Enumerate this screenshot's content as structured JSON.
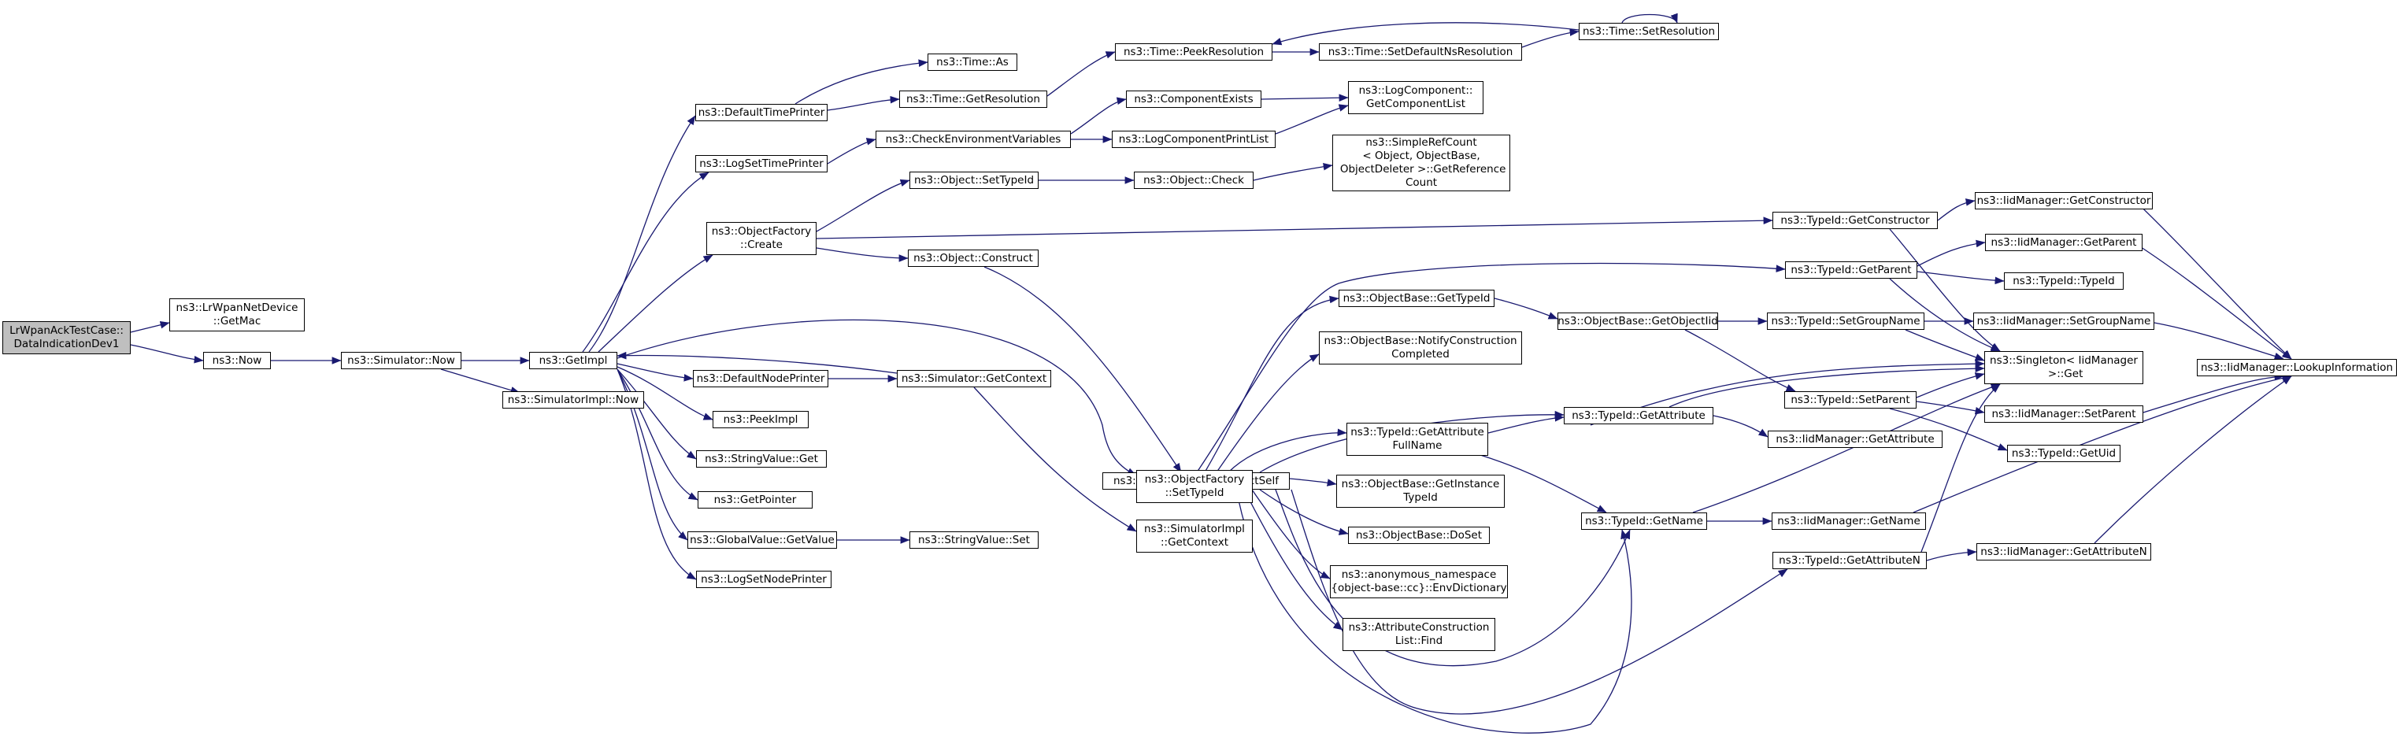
{
  "nodes": {
    "root": "LrWpanAckTestCase::\nDataIndicationDev1",
    "getmac": "ns3::LrWpanNetDevice\n::GetMac",
    "now": "ns3::Now",
    "simnow": "ns3::Simulator::Now",
    "simimplnow": "ns3::SimulatorImpl::Now",
    "getimpl": "ns3::GetImpl",
    "deftimeprinter": "ns3::DefaultTimePrinter",
    "logsettimeprinter": "ns3::LogSetTimePrinter",
    "ofcreate": "ns3::ObjectFactory\n::Create",
    "defnodeprinter": "ns3::DefaultNodePrinter",
    "peekimpl": "ns3::PeekImpl",
    "stringvalueget": "ns3::StringValue::Get",
    "getpointer": "ns3::GetPointer",
    "globalvalueget": "ns3::GlobalValue::GetValue",
    "logsetnodeprinter": "ns3::LogSetNodePrinter",
    "timeas": "ns3::Time::As",
    "timegetres": "ns3::Time::GetResolution",
    "checkenv": "ns3::CheckEnvironmentVariables",
    "objsettypeid": "ns3::Object::SetTypeId",
    "objconstruct": "ns3::Object::Construct",
    "simgetcontext": "ns3::Simulator::GetContext",
    "stringvalueset": "ns3::StringValue::Set",
    "timepeekres": "ns3::Time::PeekResolution",
    "compexists": "ns3::ComponentExists",
    "logcompprintlist": "ns3::LogComponentPrintList",
    "objcheck": "ns3::Object::Check",
    "constructself": "ns3::ObjectBase::ConstructSelf",
    "ofsettypeid": "ns3::ObjectFactory\n::SetTypeId",
    "simimplgetcontext": "ns3::SimulatorImpl\n::GetContext",
    "setdefaultns": "ns3::Time::SetDefaultNsResolution",
    "setresolution": "ns3::Time::SetResolution",
    "logcompgetlist": "ns3::LogComponent::\nGetComponentList",
    "simplerefcount": "ns3::SimpleRefCount\n< Object, ObjectBase,\n ObjectDeleter >::GetReference\nCount",
    "obgettypeid": "ns3::ObjectBase::GetTypeId",
    "obnotify": "ns3::ObjectBase::NotifyConstruction\nCompleted",
    "tidgetattrfullname": "ns3::TypeId::GetAttribute\nFullName",
    "obgetinstancetid": "ns3::ObjectBase::GetInstance\nTypeId",
    "obdoset": "ns3::ObjectBase::DoSet",
    "envdictionary": "ns3::anonymous_namespace\n{object-base::cc}::EnvDictionary",
    "attrconstructfind": "ns3::AttributeConstruction\nList::Find",
    "obgetobjectiid": "ns3::ObjectBase::GetObjectIid",
    "tidgetattribute": "ns3::TypeId::GetAttribute",
    "tidgetname": "ns3::TypeId::GetName",
    "tidgetconstructor": "ns3::TypeId::GetConstructor",
    "tidgetparent": "ns3::TypeId::GetParent",
    "tidsetgroupname": "ns3::TypeId::SetGroupName",
    "tidsetparent": "ns3::TypeId::SetParent",
    "iidgetattribute": "ns3::IidManager::GetAttribute",
    "iidgetname": "ns3::IidManager::GetName",
    "tidgetattributen": "ns3::TypeId::GetAttributeN",
    "iidgetconstructor": "ns3::IidManager::GetConstructor",
    "iidgetparent": "ns3::IidManager::GetParent",
    "tidtypeid": "ns3::TypeId::TypeId",
    "iidsetgroupname": "ns3::IidManager::SetGroupName",
    "singletonget": "ns3::Singleton< IidManager\n >::Get",
    "iidsetparent": "ns3::IidManager::SetParent",
    "tidgetuid": "ns3::TypeId::GetUid",
    "iidgetattributen": "ns3::IidManager::GetAttributeN",
    "iidlookup": "ns3::IidManager::LookupInformation"
  },
  "colors": {
    "edge": "#191970",
    "node_border": "#000000",
    "root_fill": "#bfbfbf",
    "node_fill": "#ffffff"
  }
}
